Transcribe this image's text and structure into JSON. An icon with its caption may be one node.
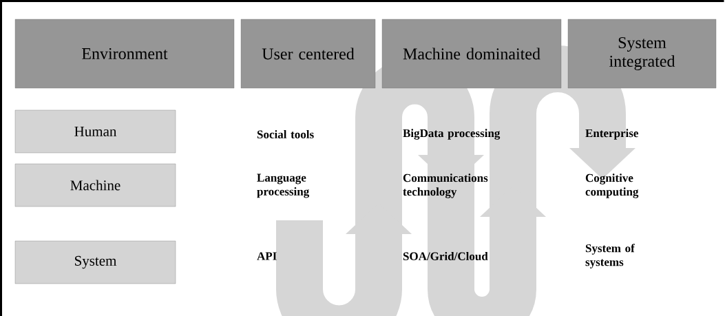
{
  "diagram": {
    "nodes": [
      {
        "text": [
          "Environment"
        ]
      },
      {
        "text": [
          "User centered"
        ]
      },
      {
        "text": [
          "Machine dominaited"
        ]
      },
      {
        "text": [
          "System integrated"
        ]
      },
      {
        "text": [
          "Human"
        ]
      },
      {
        "text": [
          "Machine"
        ]
      },
      {
        "text": [
          "System"
        ]
      }
    ],
    "labels": [
      "Social tools",
      "BigData processing",
      "Enterprise",
      "Language processing",
      "Communications technology",
      "Cognitive computing",
      "API",
      "SOA/Grid/Cloud",
      "System of systems"
    ]
  }
}
